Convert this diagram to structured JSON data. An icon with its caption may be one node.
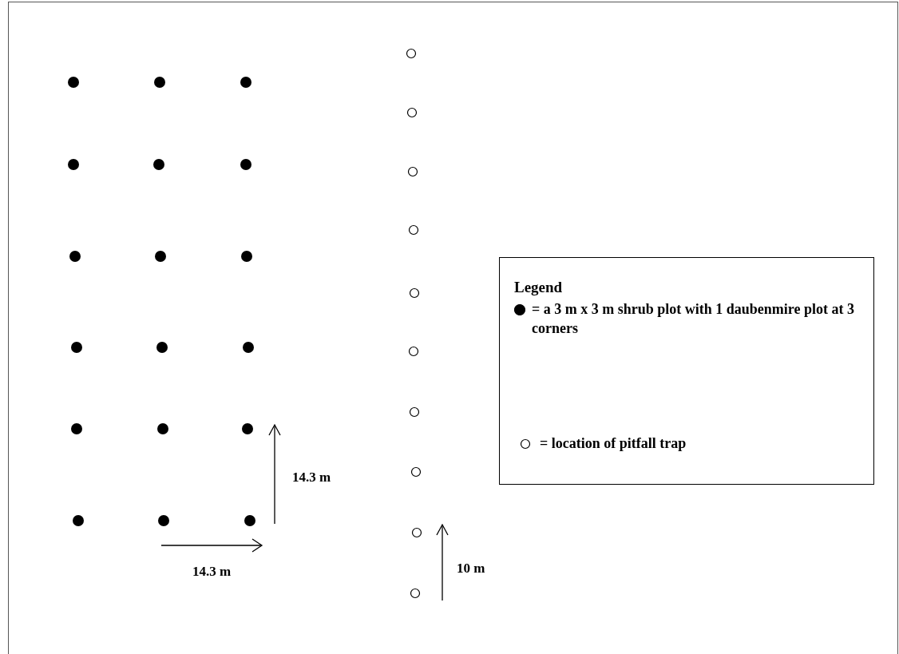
{
  "diagram": {
    "labels": [
      "14.3 m",
      "14.3 m",
      "10 m",
      "Legend"
    ],
    "legend": [
      {
        "text": "= a 3 m x 3 m shrub plot with 1 daubenmire plot at 3 corners"
      },
      {
        "text": "= location of pitfall trap"
      }
    ]
  }
}
